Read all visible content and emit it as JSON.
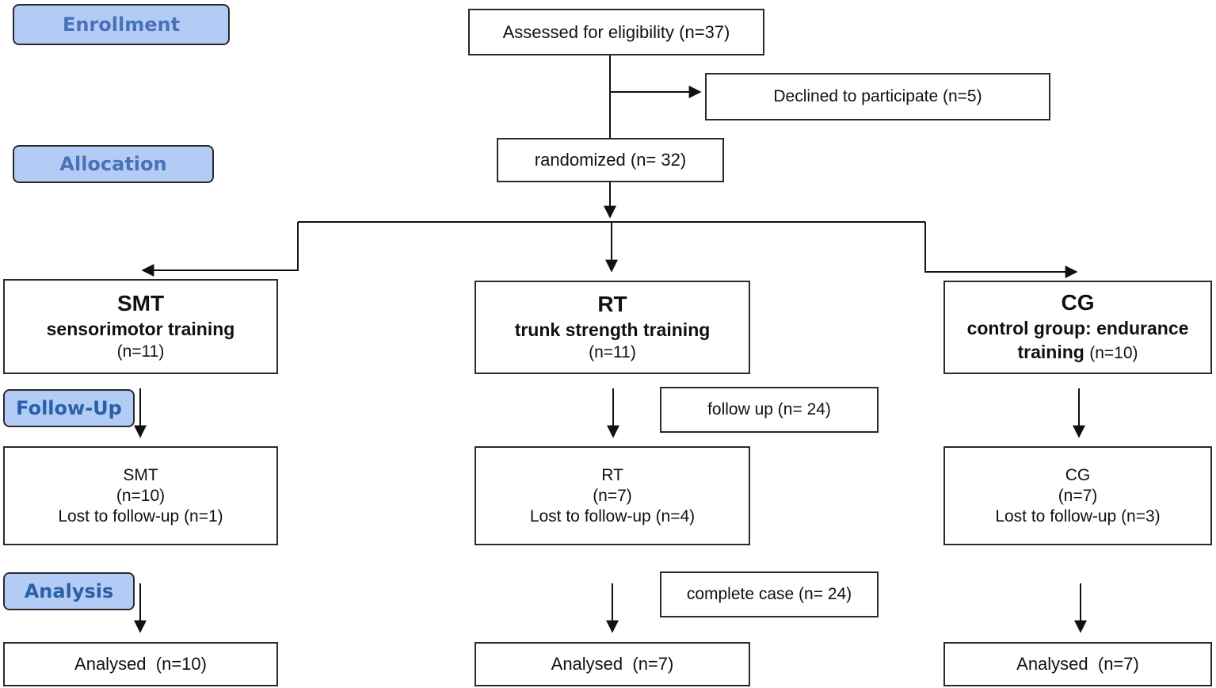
{
  "stages": {
    "enrollment": "Enrollment",
    "allocation": "Allocation",
    "follow_up": "Follow-Up",
    "analysis": "Analysis"
  },
  "assessed": "Assessed for eligibility (n=37)",
  "declined": "Declined to participate (n=5)",
  "randomized": "randomized (n= 32)",
  "groups": [
    {
      "code": "SMT",
      "name": "sensorimotor training",
      "n": "(n=11)"
    },
    {
      "code": "RT",
      "name": "trunk strength training",
      "n": "(n=11)"
    },
    {
      "code": "CG",
      "name": "control group: endurance",
      "name2": "training",
      "n": "(n=10)"
    }
  ],
  "follow_up_note": "follow up (n= 24)",
  "complete_case_note": "complete case (n= 24)",
  "followup_boxes": [
    {
      "code": "SMT",
      "n": "(n=10)",
      "lost": "Lost to follow-up (n=1)"
    },
    {
      "code": "RT",
      "n": "(n=7)",
      "lost": "Lost to follow-up (n=4)"
    },
    {
      "code": "CG",
      "n": "(n=7)",
      "lost": "Lost to follow-up (n=3)"
    }
  ],
  "analysed": [
    "Analysed  (n=10)",
    "Analysed  (n=7)",
    "Analysed  (n=7)"
  ]
}
